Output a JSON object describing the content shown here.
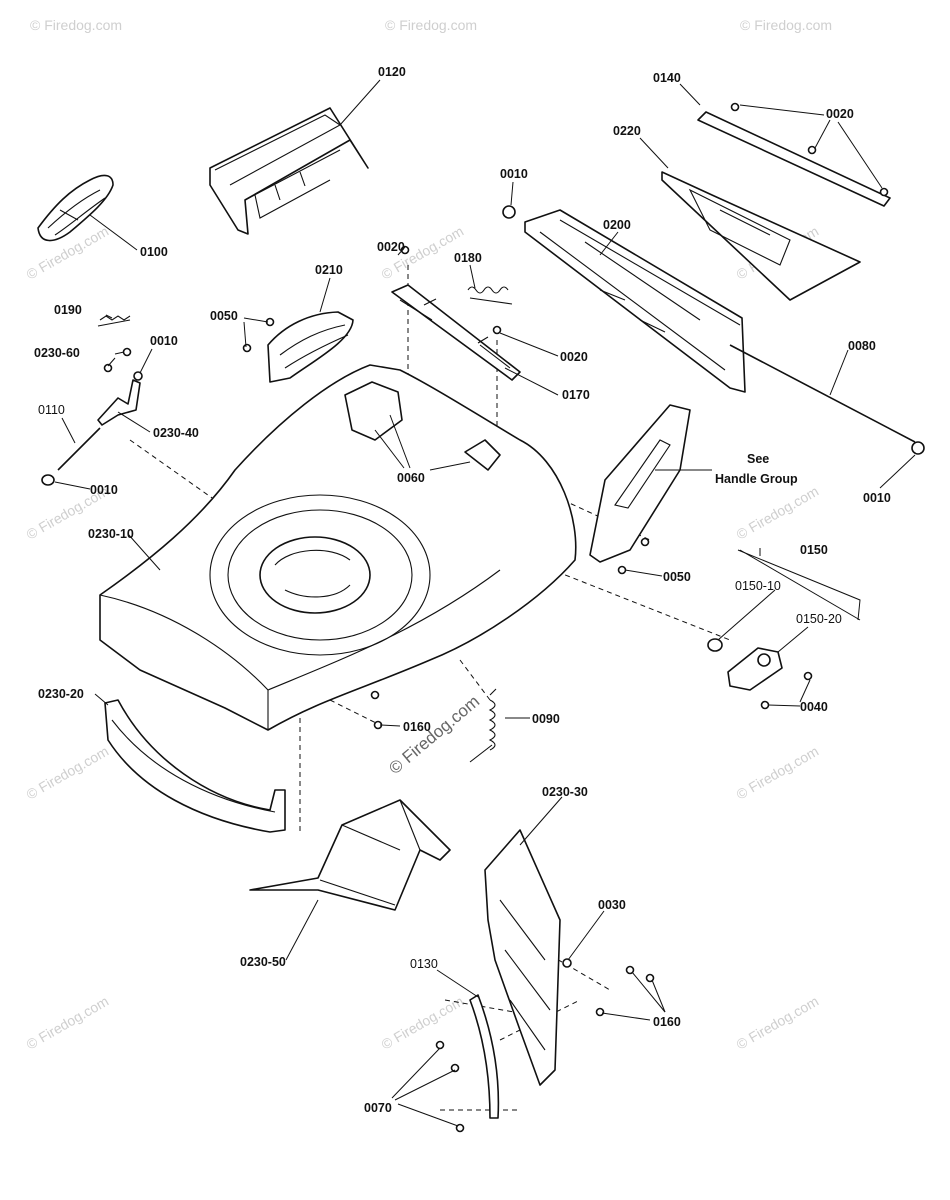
{
  "labels": {
    "p0120": "0120",
    "p0140": "0140",
    "p0020_top": "0020",
    "p0220": "0220",
    "p0010_top": "0010",
    "p0200": "0200",
    "p0100": "0100",
    "p0210": "0210",
    "p0020_mid": "0020",
    "p0180": "0180",
    "p0190": "0190",
    "p0050_left": "0050",
    "p0230_60": "0230-60",
    "p0010_left": "0010",
    "p0020_right": "0020",
    "p0080": "0080",
    "p0170": "0170",
    "p0110": "0110",
    "p0230_40": "0230-40",
    "see_handle_1": "See",
    "see_handle_2": "Handle Group",
    "p0060": "0060",
    "p0010_low": "0010",
    "p0010_right": "0010",
    "p0230_10": "0230-10",
    "p0150": "0150",
    "p0050_right": "0050",
    "p0150_10": "0150-10",
    "p0150_20": "0150-20",
    "p0230_20": "0230-20",
    "p0040": "0040",
    "p0160_mid": "0160",
    "p0090": "0090",
    "p0230_30": "0230-30",
    "p0030": "0030",
    "p0230_50": "0230-50",
    "p0130": "0130",
    "p0160_low": "0160",
    "p0070": "0070"
  },
  "watermark": {
    "brand": "© Firedog.com",
    "center": "© Firedog.com"
  }
}
